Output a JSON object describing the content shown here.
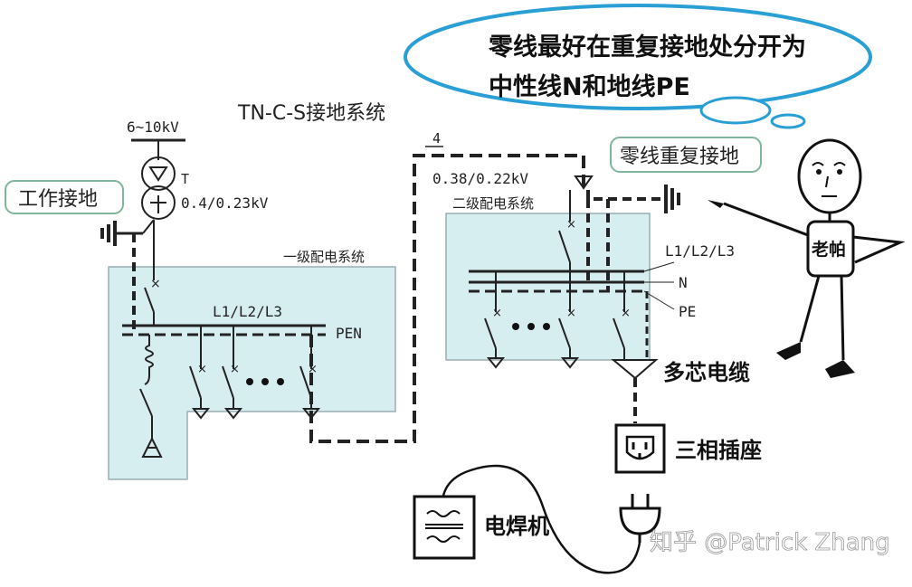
{
  "speech_bubble": {
    "line1": "零线最好在重复接地处分开为",
    "line2": "中性线N和地线PE"
  },
  "title": "TN-C-S接地系统",
  "voltage_source": "6~10kV",
  "transformer_label": "T",
  "transformer_voltage": "0.4/0.23kV",
  "work_ground_label": "工作接地",
  "primary_system_label": "一级配电系统",
  "primary_bus_label": "L1/L2/L3",
  "pen_label": "PEN",
  "line_number": "4",
  "secondary_voltage": "0.38/0.22kV",
  "secondary_system_label": "二级配电系统",
  "repeat_ground_label": "零线重复接地",
  "secondary_bus_label": "L1/L2/L3",
  "n_label": "N",
  "pe_label": "PE",
  "person_label": "老帕",
  "cable_label": "多芯电缆",
  "socket_label": "三相插座",
  "welder_label": "电焊机",
  "watermark": "知乎 @Patrick Zhang"
}
